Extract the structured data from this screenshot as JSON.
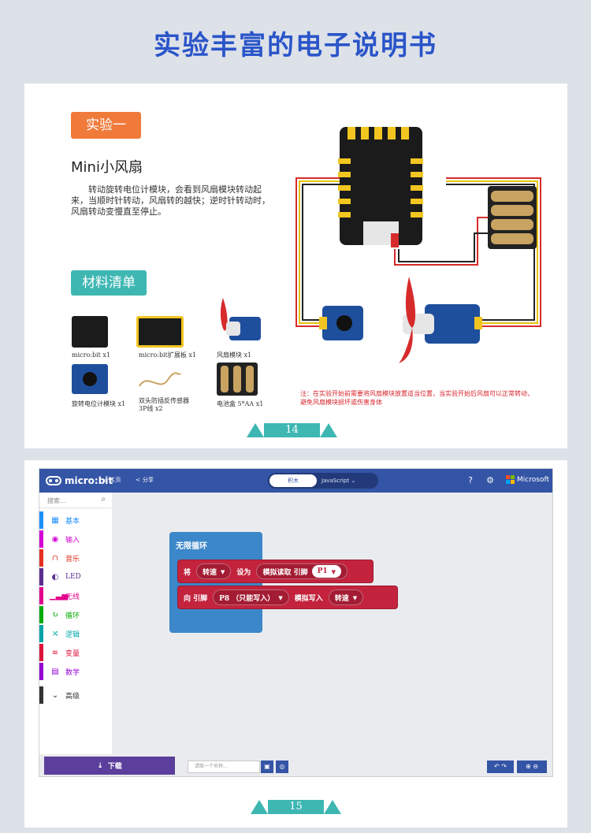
{
  "page_title": "实验丰富的电子说明书",
  "card1": {
    "tag": "实验一",
    "title": "Mini小风扇",
    "description": "转动旋转电位计模块，会看到风扇模块转动起来，当顺时针转动，风扇转的越快；逆时针转动时，风扇转动变慢直至停止。",
    "materials_tag": "材料清单",
    "materials": [
      {
        "label": "micro:bit x1",
        "icon": "microbit-board"
      },
      {
        "label": "micro:bit扩展板 x1",
        "icon": "expansion-board"
      },
      {
        "label": "风扇模块 x1",
        "icon": "fan-module"
      },
      {
        "label": "旋转电位计模块 x1",
        "icon": "potentiometer-module"
      },
      {
        "label": "双头防插反传感器",
        "label2": "3P线 x2",
        "icon": "sensor-cable"
      },
      {
        "label": "电池盒 5*AA x1",
        "icon": "battery-box"
      }
    ],
    "note": "注：在实验开始前需要将风扇模块放置适当位置，当实验开始后风扇可以正常转动，避免风扇模块损坏或伤害身体",
    "page_number": "14"
  },
  "card2": {
    "logo": "micro:bit",
    "nav_home": "主页",
    "nav_share": "分享",
    "toggle_blocks": "积木",
    "toggle_js": "JavaScript",
    "brand": "Microsoft",
    "search_placeholder": "搜索...",
    "categories": [
      {
        "label": "基本",
        "icon": "grid-icon",
        "color": "#1e90ff"
      },
      {
        "label": "输入",
        "icon": "target-icon",
        "color": "#d400d4"
      },
      {
        "label": "音乐",
        "icon": "headphones-icon",
        "color": "#e63022"
      },
      {
        "label": "LED",
        "icon": "toggle-icon",
        "color": "#5c2d91"
      },
      {
        "label": "无线",
        "icon": "signal-icon",
        "color": "#e3008c"
      },
      {
        "label": "循环",
        "icon": "refresh-icon",
        "color": "#00aa00"
      },
      {
        "label": "逻辑",
        "icon": "shuffle-icon",
        "color": "#00a4a6"
      },
      {
        "label": "变量",
        "icon": "lines-icon",
        "color": "#dc143c"
      },
      {
        "label": "数学",
        "icon": "calculator-icon",
        "color": "#9400d3"
      },
      {
        "label": "高级",
        "icon": "chevron-down-icon",
        "color": "#333333"
      }
    ],
    "loop_label": "无限循环",
    "block1": {
      "set": "将",
      "var": "转速",
      "to": "设为",
      "func": "模拟读取 引脚",
      "pin": "P1"
    },
    "block2": {
      "prefix": "向 引脚",
      "pin": "P8 （只能写入）",
      "action": "模拟写入",
      "var": "转速"
    },
    "download": "下载",
    "name_placeholder": "请取一个名称...",
    "page_number": "15"
  },
  "colors": {
    "title_blue": "#2a55c9",
    "orange": "#f07a3a",
    "teal": "#3eb7b3",
    "topbar": "#3454a5",
    "block_red": "#c3233d",
    "loop_blue": "#3c87c9",
    "download_purple": "#5c3e9c"
  }
}
